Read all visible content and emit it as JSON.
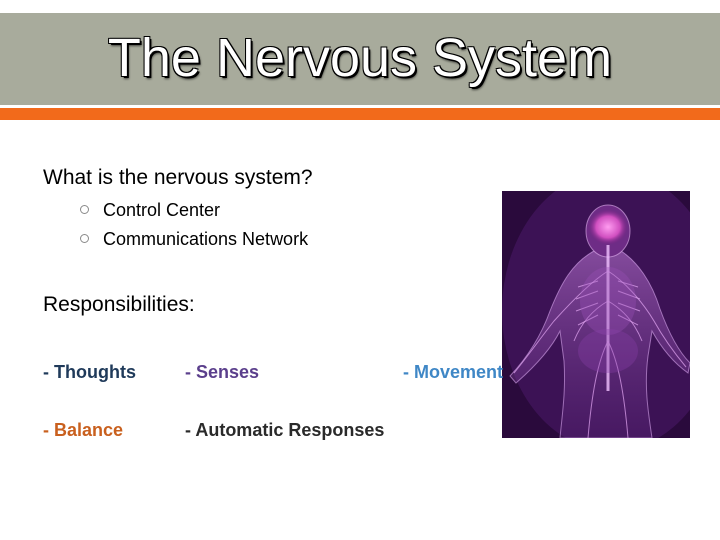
{
  "slide": {
    "title": "The Nervous System",
    "question": "What is the nervous system?",
    "bullets": [
      {
        "label": "Control Center"
      },
      {
        "label": "Communications Network"
      }
    ],
    "responsibilities_heading": "Responsibilities:",
    "responsibilities": [
      {
        "label": "- Thoughts",
        "color": "#1f3a5a"
      },
      {
        "label": "- Senses",
        "color": "#5b3f8c"
      },
      {
        "label": "- Movement",
        "color": "#3f87c6"
      },
      {
        "label": "- Balance",
        "color": "#c9601e"
      },
      {
        "label": "- Automatic Responses",
        "color": "#2a2a2a"
      }
    ]
  },
  "colors": {
    "title_bar": "#a8ab9c",
    "accent_bar": "#f26a1b",
    "image_background": "#3a0f52"
  },
  "image": {
    "subject": "human-nervous-system-illustration"
  }
}
